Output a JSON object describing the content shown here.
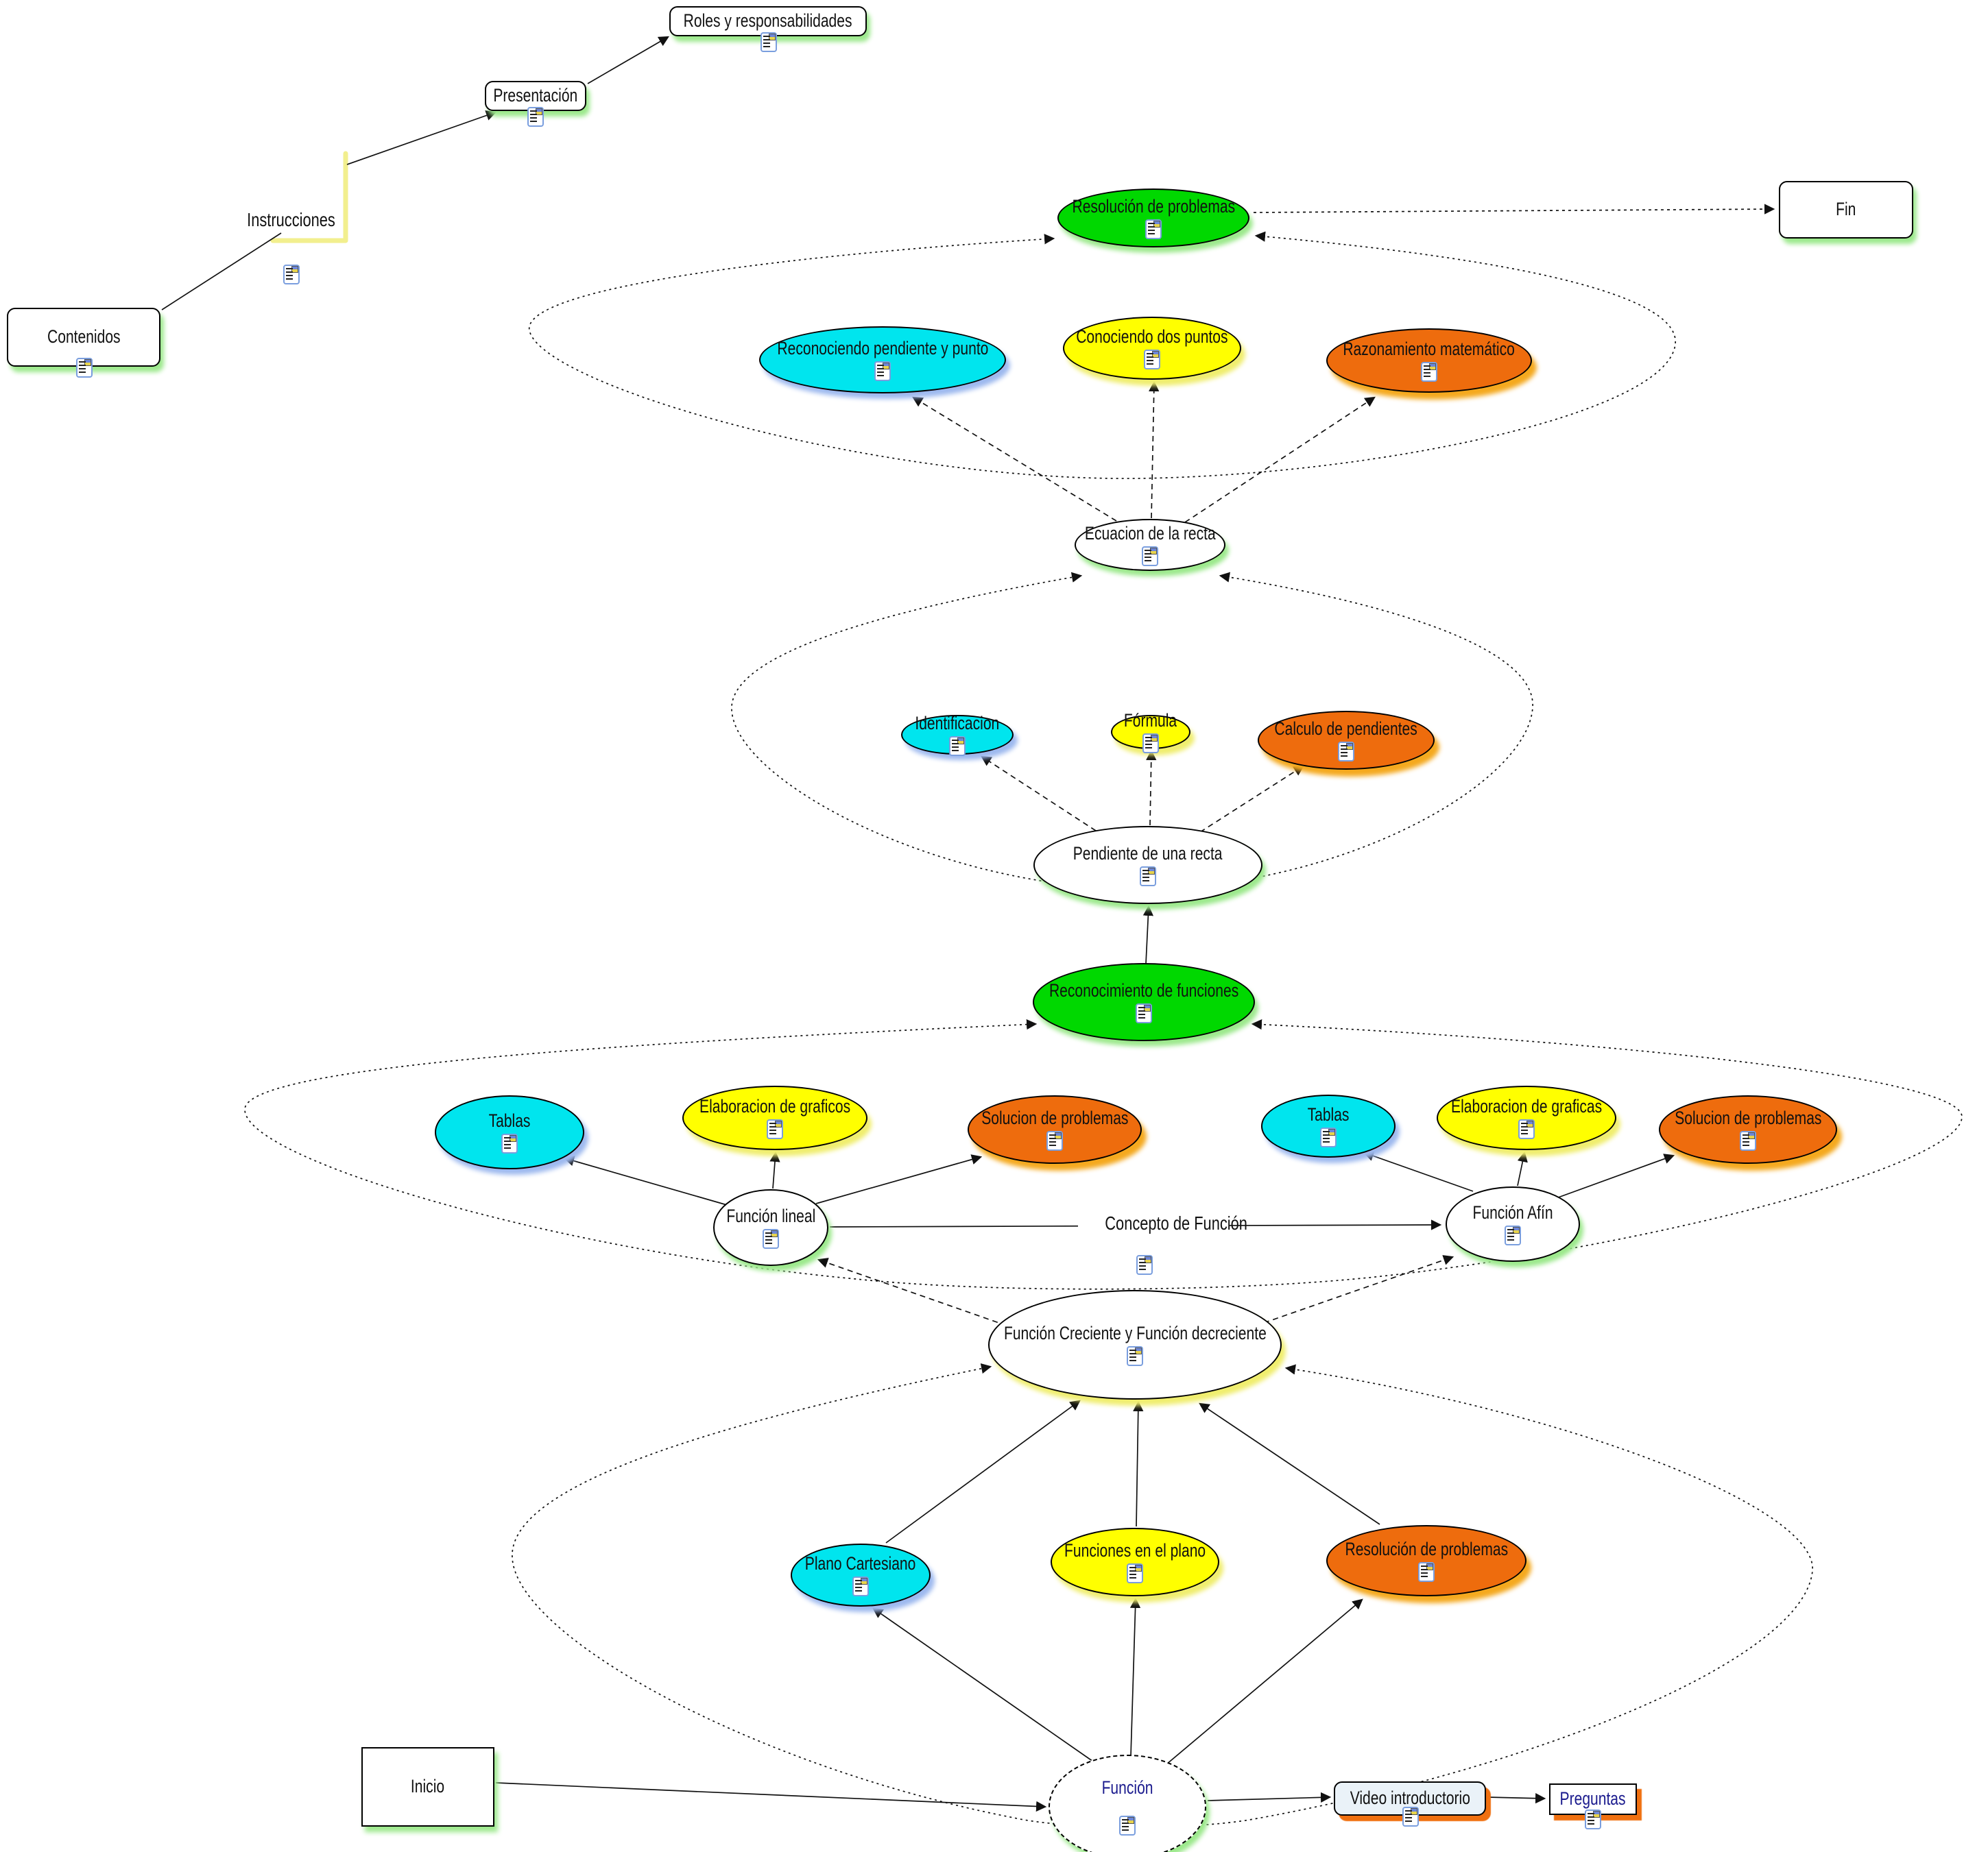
{
  "palette": {
    "white": "#ffffff",
    "green": "#00d800",
    "cyan": "#00e5ee",
    "yellow": "#ffff00",
    "orange": "#ee6c0d",
    "navy": "#1b1b8e",
    "video_fill": "#eaf2f8",
    "shadow_green": "#9ce98c",
    "shadow_blue": "#9db9ef",
    "shadow_yellow": "#f0ee6e",
    "shadow_orange": "#f5a91e",
    "shadow_orange_hard": "#f07010",
    "icon_border": "#7a9ede",
    "bracket_yellow": "#f2ef8e",
    "line": "#111111"
  },
  "icons": {
    "resource_icon": "document-with-image-attachment"
  },
  "nodes": {
    "contenidos": {
      "label": "Contenidos"
    },
    "instrucciones": {
      "label": "Instrucciones"
    },
    "presentacion": {
      "label": "Presentación"
    },
    "roles": {
      "label": "Roles y responsabilidades"
    },
    "resolucion_top": {
      "label": "Resolución de problemas"
    },
    "fin": {
      "label": "Fin"
    },
    "reconociendo_pendiente": {
      "label": "Reconociendo pendiente y punto"
    },
    "conociendo_puntos": {
      "label": "Conociendo dos puntos"
    },
    "razonamiento": {
      "label": "Razonamiento matemático"
    },
    "ecuacion_recta": {
      "label": "Ecuacion de la recta"
    },
    "identificacion": {
      "label": "Identificacion"
    },
    "formula": {
      "label": "Fórmula"
    },
    "calculo_pendientes": {
      "label": "Calculo de pendientes"
    },
    "pendiente_recta": {
      "label": "Pendiente de una recta"
    },
    "reconocimiento_funciones": {
      "label": "Reconocimiento de funciones"
    },
    "tablas_lineal": {
      "label": "Tablas"
    },
    "elaboracion_graficos": {
      "label": "Elaboracion de graficos"
    },
    "solucion_problemas_lineal": {
      "label": "Solucion de problemas"
    },
    "funcion_lineal": {
      "label": "Función lineal"
    },
    "concepto_funcion": {
      "label": "Concepto de Función"
    },
    "funcion_afin": {
      "label": "Función Afín"
    },
    "tablas_afin": {
      "label": "Tablas"
    },
    "elaboracion_graficas": {
      "label": "Elaboracion de graficas"
    },
    "solucion_problemas_afin": {
      "label": "Solucion de problemas"
    },
    "funcion_creciente": {
      "label": "Función Creciente y Función decreciente"
    },
    "plano_cartesiano": {
      "label": "Plano Cartesiano"
    },
    "funciones_plano": {
      "label": "Funciones en el plano"
    },
    "resolucion_bottom": {
      "label": "Resolución de problemas"
    },
    "inicio": {
      "label": "Inicio"
    },
    "funcion": {
      "label": "Función"
    },
    "video": {
      "label": "Video introductorio"
    },
    "preguntas": {
      "label": "Preguntas"
    }
  }
}
